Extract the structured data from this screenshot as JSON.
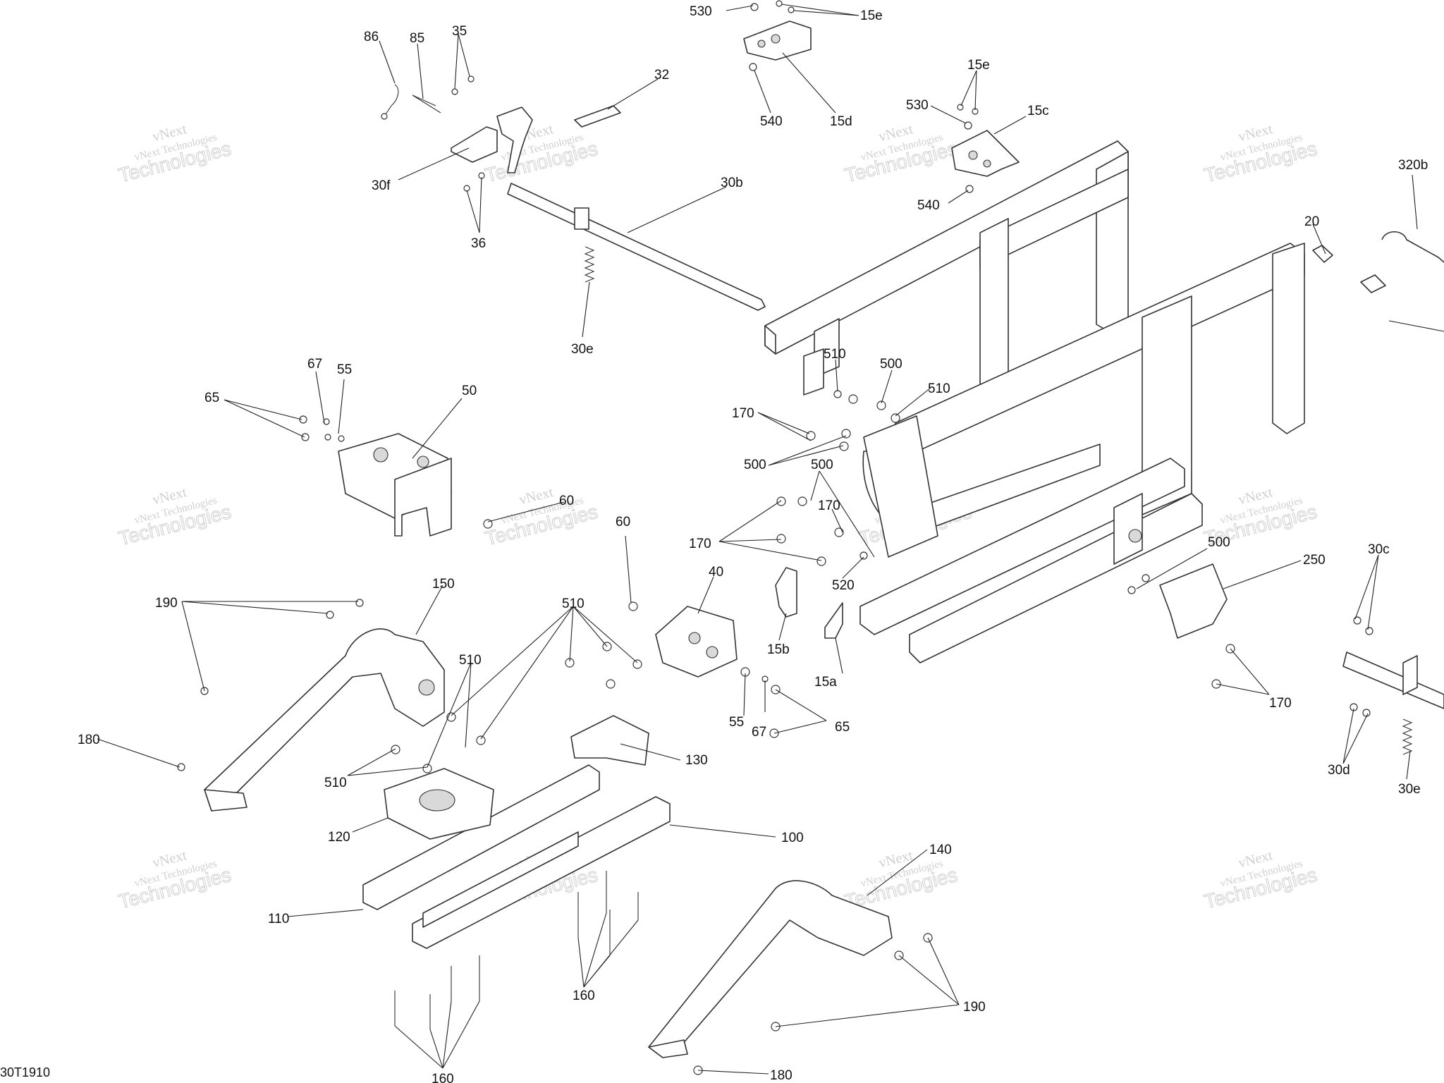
{
  "drawing_code": "30T1910",
  "watermark": {
    "line1": "vNext",
    "line2": "vNext Technologies",
    "line3": "Technologies"
  },
  "callouts": [
    {
      "id": "c530a",
      "text": "530"
    },
    {
      "id": "c15e-top",
      "text": "15e"
    },
    {
      "id": "c86",
      "text": "86"
    },
    {
      "id": "c85",
      "text": "85"
    },
    {
      "id": "c35",
      "text": "35"
    },
    {
      "id": "c32",
      "text": "32"
    },
    {
      "id": "c540a",
      "text": "540"
    },
    {
      "id": "c15d",
      "text": "15d"
    },
    {
      "id": "c15e-mid",
      "text": "15e"
    },
    {
      "id": "c530b",
      "text": "530"
    },
    {
      "id": "c15c",
      "text": "15c"
    },
    {
      "id": "c30f",
      "text": "30f"
    },
    {
      "id": "c30b",
      "text": "30b"
    },
    {
      "id": "c36",
      "text": "36"
    },
    {
      "id": "c540b",
      "text": "540"
    },
    {
      "id": "c320b",
      "text": "320b"
    },
    {
      "id": "c20",
      "text": "20"
    },
    {
      "id": "c30e-top",
      "text": "30e"
    },
    {
      "id": "c510a",
      "text": "510"
    },
    {
      "id": "c500a",
      "text": "500"
    },
    {
      "id": "c510b",
      "text": "510"
    },
    {
      "id": "c67a",
      "text": "67"
    },
    {
      "id": "c55a",
      "text": "55"
    },
    {
      "id": "c65a",
      "text": "65"
    },
    {
      "id": "c50",
      "text": "50"
    },
    {
      "id": "c170a",
      "text": "170"
    },
    {
      "id": "c500b",
      "text": "500"
    },
    {
      "id": "c500c",
      "text": "500"
    },
    {
      "id": "c170b",
      "text": "170"
    },
    {
      "id": "c60a",
      "text": "60"
    },
    {
      "id": "c60b",
      "text": "60"
    },
    {
      "id": "c170c",
      "text": "170"
    },
    {
      "id": "c520",
      "text": "520"
    },
    {
      "id": "c500d",
      "text": "500"
    },
    {
      "id": "c250",
      "text": "250"
    },
    {
      "id": "c30c",
      "text": "30c"
    },
    {
      "id": "c190a",
      "text": "190"
    },
    {
      "id": "c150",
      "text": "150"
    },
    {
      "id": "c510c",
      "text": "510"
    },
    {
      "id": "c40",
      "text": "40"
    },
    {
      "id": "c15b",
      "text": "15b"
    },
    {
      "id": "c510d",
      "text": "510"
    },
    {
      "id": "c15a",
      "text": "15a"
    },
    {
      "id": "c170d",
      "text": "170"
    },
    {
      "id": "c55b",
      "text": "55"
    },
    {
      "id": "c67b",
      "text": "67"
    },
    {
      "id": "c65b",
      "text": "65"
    },
    {
      "id": "c180a",
      "text": "180"
    },
    {
      "id": "c510e",
      "text": "510"
    },
    {
      "id": "c130",
      "text": "130"
    },
    {
      "id": "c30d",
      "text": "30d"
    },
    {
      "id": "c30e-bot",
      "text": "30e"
    },
    {
      "id": "c120",
      "text": "120"
    },
    {
      "id": "c100",
      "text": "100"
    },
    {
      "id": "c140",
      "text": "140"
    },
    {
      "id": "c110",
      "text": "110"
    },
    {
      "id": "c160a",
      "text": "160"
    },
    {
      "id": "c190b",
      "text": "190"
    },
    {
      "id": "c160b",
      "text": "160"
    },
    {
      "id": "c180b",
      "text": "180"
    }
  ]
}
